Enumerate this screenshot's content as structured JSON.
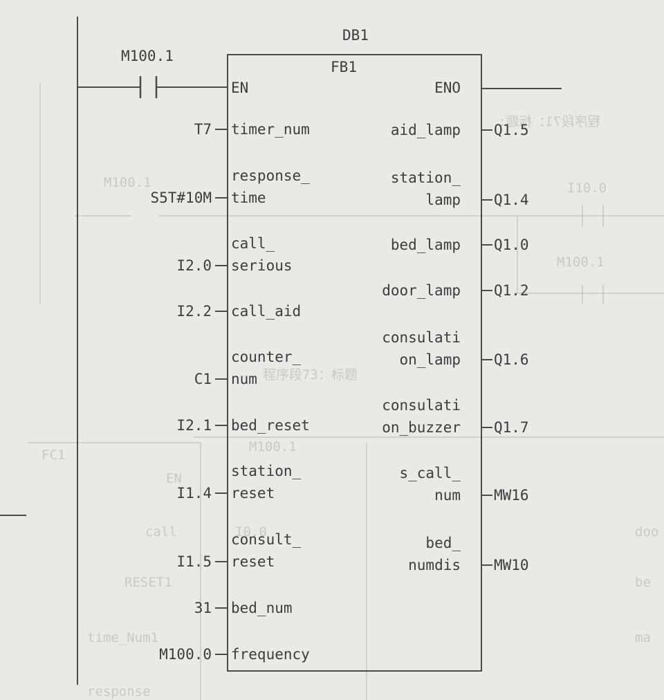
{
  "block": {
    "instance": "DB1",
    "type": "FB1",
    "contact": "M100.1",
    "en": "EN",
    "eno": "ENO"
  },
  "inputs": [
    {
      "pin": [
        "timer_num"
      ],
      "value": "T7"
    },
    {
      "pin": [
        "response_",
        "time"
      ],
      "value": "S5T#10M"
    },
    {
      "pin": [
        "call_",
        "serious"
      ],
      "value": "I2.0"
    },
    {
      "pin": [
        "call_aid"
      ],
      "value": "I2.2"
    },
    {
      "pin": [
        "counter_",
        "num"
      ],
      "value": "C1"
    },
    {
      "pin": [
        "bed_reset"
      ],
      "value": "I2.1"
    },
    {
      "pin": [
        "station_",
        "reset"
      ],
      "value": "I1.4"
    },
    {
      "pin": [
        "consult_",
        "reset"
      ],
      "value": "I1.5"
    },
    {
      "pin": [
        "bed_num"
      ],
      "value": "31"
    },
    {
      "pin": [
        "frequency"
      ],
      "value": "M100.0"
    }
  ],
  "outputs": [
    {
      "pin": [
        "aid_lamp"
      ],
      "value": "Q1.5"
    },
    {
      "pin": [
        "station_",
        "lamp"
      ],
      "value": "Q1.4"
    },
    {
      "pin": [
        "bed_lamp"
      ],
      "value": "Q1.0"
    },
    {
      "pin": [
        "door_lamp"
      ],
      "value": "Q1.2"
    },
    {
      "pin": [
        "consulati",
        "on_lamp"
      ],
      "value": "Q1.6"
    },
    {
      "pin": [
        "consulati",
        "on_buzzer"
      ],
      "value": "Q1.7"
    },
    {
      "pin": [
        "s_call_",
        "num"
      ],
      "value": "MW16"
    },
    {
      "pin": [
        "bed_",
        "numdis"
      ],
      "value": "MW10"
    }
  ],
  "show_through": {
    "texts": [
      "程序段71：标题:",
      "M100.1",
      "I10.0",
      "M100.1",
      "FC1",
      "M100.1",
      "EN",
      "I0.0",
      "call",
      "RESET1",
      "time_Num1",
      "response",
      "程序段73：标题",
      "doo",
      "be",
      "ma"
    ]
  }
}
